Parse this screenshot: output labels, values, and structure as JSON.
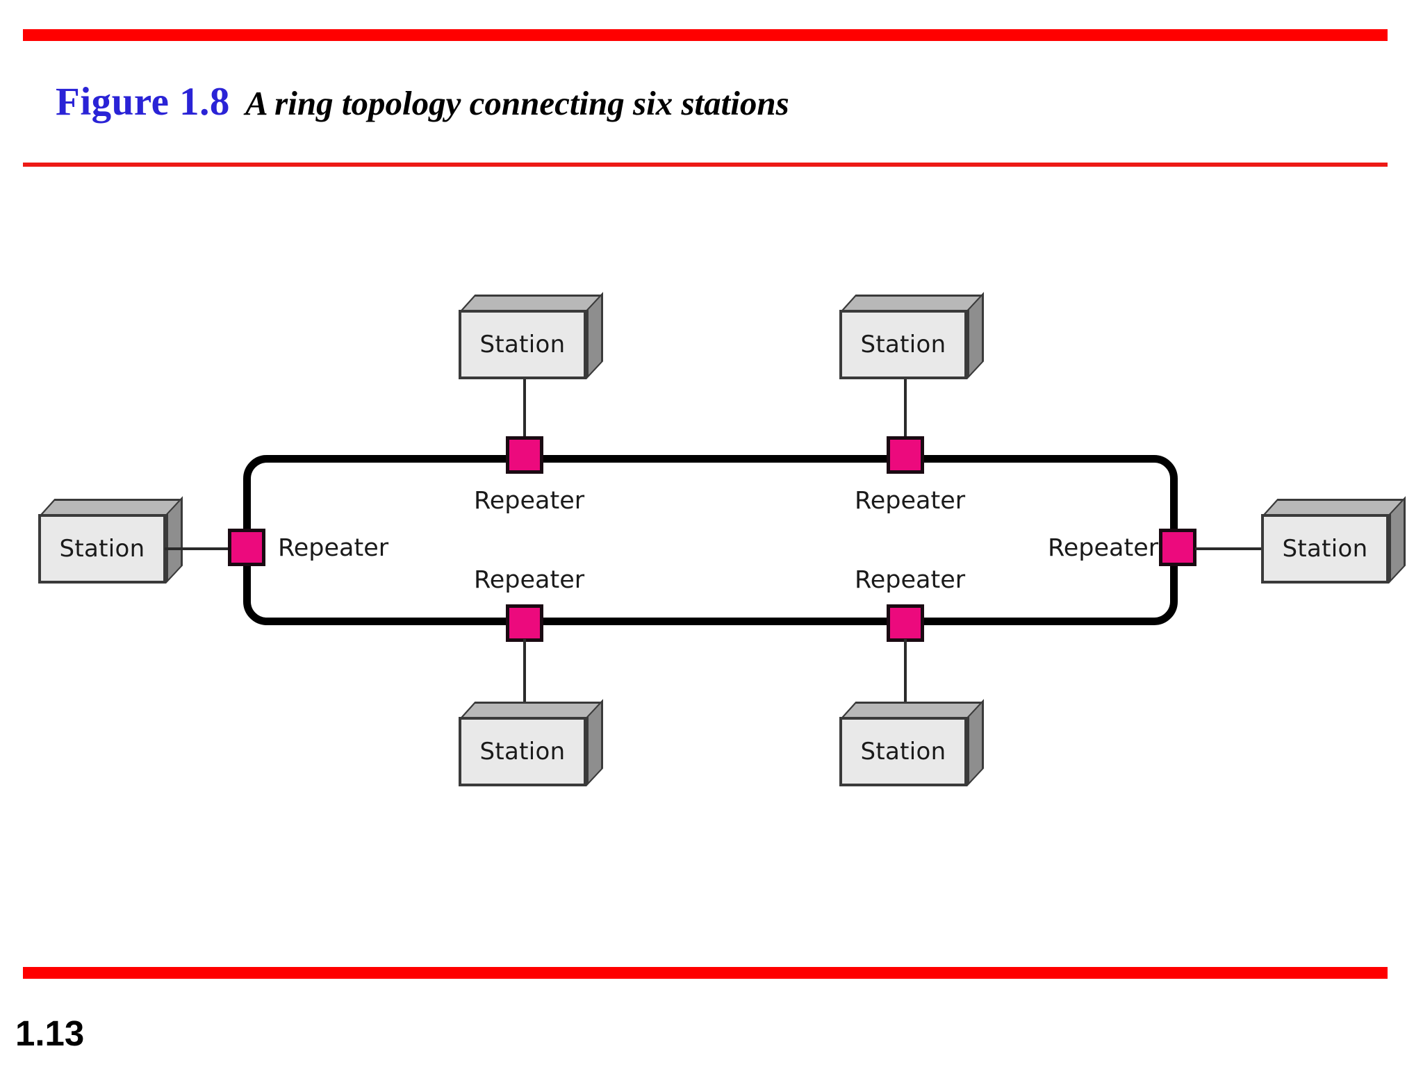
{
  "slide": {
    "page_number": "1.13",
    "background_color": "#FFFFFF",
    "accent_rule_color": "#FF0000"
  },
  "title": {
    "figure_number": "Figure 1.8",
    "figure_number_color": "#2A23D6",
    "caption": "A ring topology connecting six stations",
    "caption_color": "#000000"
  },
  "diagram": {
    "type": "ring-topology",
    "ring_line_color": "#000000",
    "repeater_color": "#EC0A7D",
    "station_face_color": "#E9E9E9",
    "station_top_color": "#B8B8B8",
    "station_side_color": "#8E8E8E",
    "station_count": 6,
    "repeater_count": 6,
    "nodes": [
      {
        "id": "left",
        "station_label": "Station",
        "repeater_label": "Repeater",
        "position": "left"
      },
      {
        "id": "top-left",
        "station_label": "Station",
        "repeater_label": "Repeater",
        "position": "top-left"
      },
      {
        "id": "top-right",
        "station_label": "Station",
        "repeater_label": "Repeater",
        "position": "top-right"
      },
      {
        "id": "right",
        "station_label": "Station",
        "repeater_label": "Repeater",
        "position": "right"
      },
      {
        "id": "bottom-left",
        "station_label": "Station",
        "repeater_label": "Repeater",
        "position": "bottom-left"
      },
      {
        "id": "bottom-right",
        "station_label": "Station",
        "repeater_label": "Repeater",
        "position": "bottom-right"
      }
    ]
  }
}
